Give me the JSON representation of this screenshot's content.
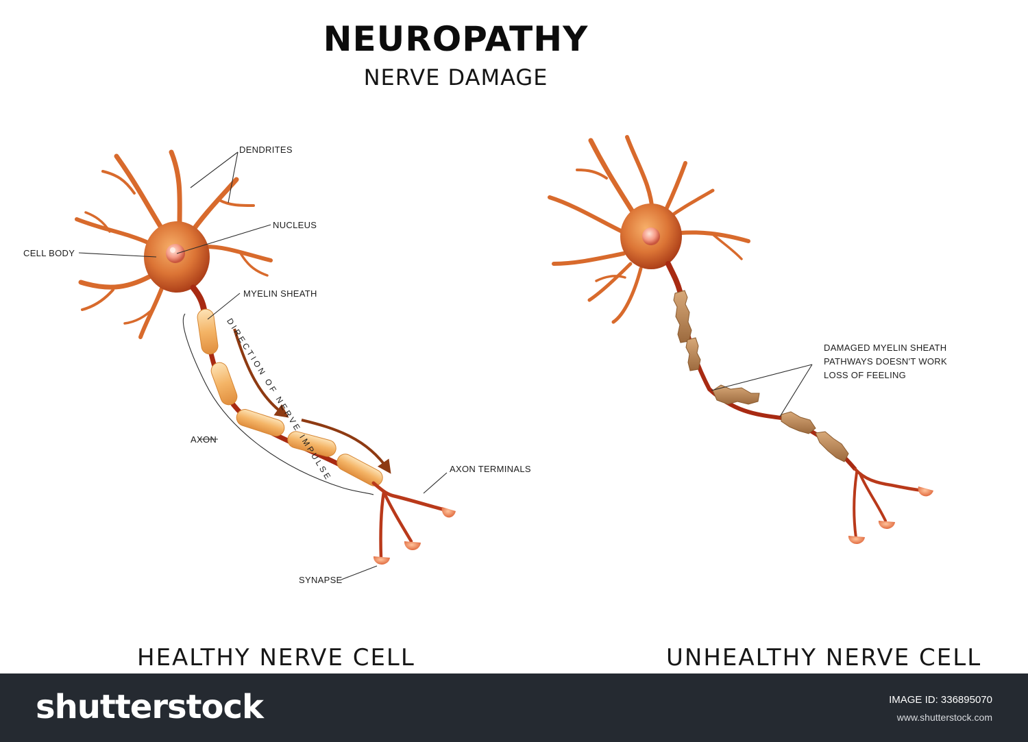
{
  "title": "NEUROPATHY",
  "subtitle": "NERVE DAMAGE",
  "healthy": {
    "caption": "HEALTHY NERVE CELL",
    "labels": {
      "dendrites": "DENDRITES",
      "nucleus": "NUCLEUS",
      "cell_body": "CELL BODY",
      "myelin_sheath": "MYELIN SHEATH",
      "axon": "AXON",
      "axon_terminals": "AXON TERMINALS",
      "synapse": "SYNAPSE",
      "impulse_direction": "DIRECTION OF NERVE IMPULSE"
    }
  },
  "unhealthy": {
    "caption": "UNHEALTHY NERVE CELL",
    "notes": [
      "DAMAGED MYELIN SHEATH",
      "PATHWAYS DOESN'T WORK",
      "LOSS OF FEELING"
    ]
  },
  "footer": {
    "brand": "shutterstock",
    "image_id": "IMAGE ID: 336895070",
    "url": "www.shutterstock.com"
  },
  "colors": {
    "cell_body": "#c8501e",
    "dendrite": "#d86a2c",
    "axon": "#a82a12",
    "myelin": "#f2b56a",
    "damaged_myelin": "#b98552",
    "arrow": "#8e3a12",
    "footer_bg": "#252a31"
  }
}
